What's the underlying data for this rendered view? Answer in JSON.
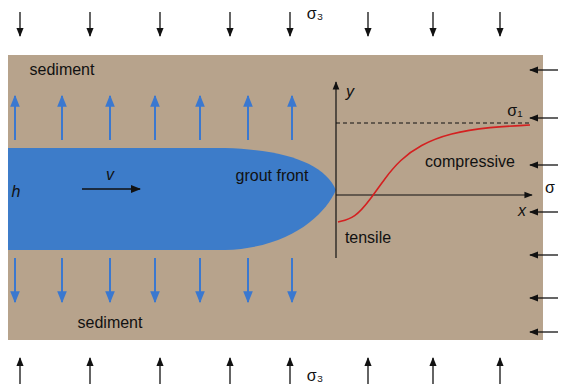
{
  "diagram": {
    "labels": [
      "σ₃",
      "sediment",
      "h",
      "v",
      "grout front",
      "y",
      "σ₁",
      "compressive",
      "σ",
      "tensile",
      "x",
      "sediment",
      "σ₃"
    ]
  }
}
